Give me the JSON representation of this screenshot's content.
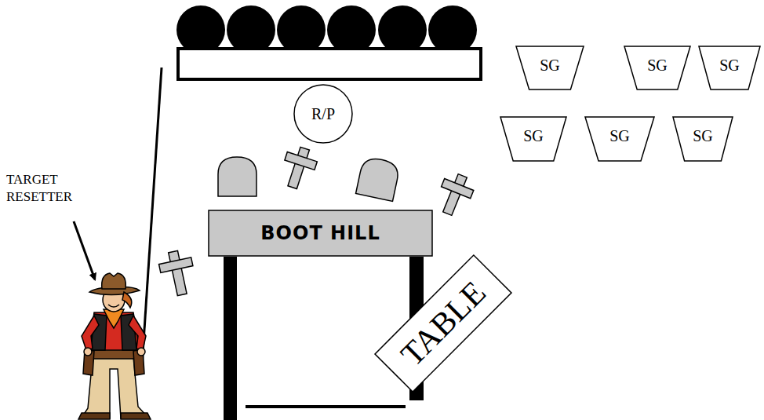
{
  "diagram": {
    "nodes": [
      {
        "text": [
          "SG"
        ]
      },
      {
        "text": [
          "SG"
        ]
      },
      {
        "text": [
          "SG"
        ]
      },
      {
        "text": [
          "R/P"
        ]
      },
      {
        "text": [
          "SG"
        ]
      },
      {
        "text": [
          "SG"
        ]
      },
      {
        "text": [
          "SG"
        ]
      },
      {
        "text": [
          "BOOT HILL"
        ]
      },
      {
        "text": [
          "TABLE"
        ]
      }
    ],
    "labels": [
      "TARGET RESETTER"
    ]
  }
}
